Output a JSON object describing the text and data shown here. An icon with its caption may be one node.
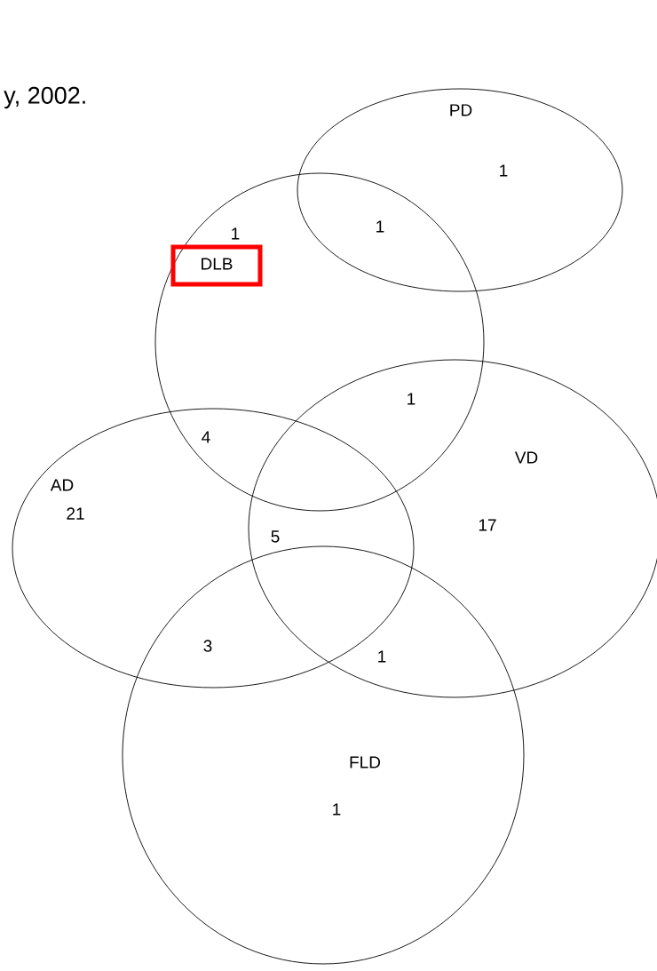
{
  "diagram": {
    "nodes": [
      {
        "text": [
          "PD"
        ]
      },
      {
        "text": [
          "DLB"
        ]
      },
      {
        "text": [
          "VD"
        ]
      },
      {
        "text": [
          "AD"
        ]
      },
      {
        "text": [
          "FLD"
        ]
      }
    ],
    "labels": [
      "y, 2002.",
      "1",
      "1",
      "1",
      "1",
      "4",
      "21",
      "17",
      "5",
      "3",
      "1",
      "1"
    ]
  }
}
